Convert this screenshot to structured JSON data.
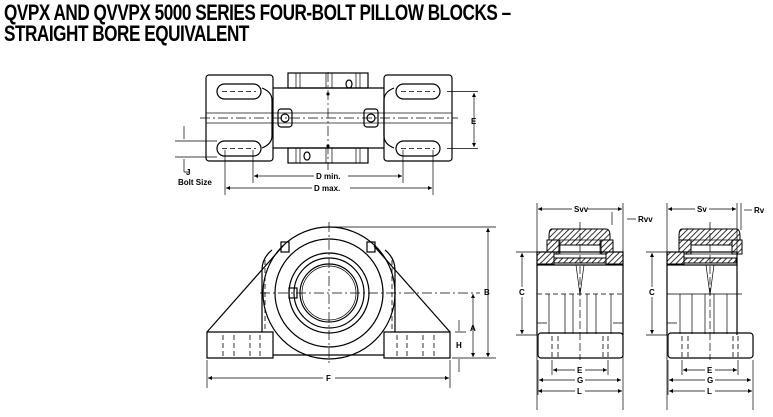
{
  "title": {
    "line1": "QVPX AND QVVPX 5000 SERIES FOUR-BOLT PILLOW BLOCKS –",
    "line2": "STRAIGHT BORE EQUIVALENT"
  },
  "top_view": {
    "labels": {
      "e": "E",
      "j": "J",
      "bolt_size": "Bolt Size",
      "d_min": "D min.",
      "d_max": "D max."
    }
  },
  "front_view": {
    "labels": {
      "b": "B",
      "a": "A",
      "h": "H",
      "f": "F"
    }
  },
  "side_view_qvvpx": {
    "labels": {
      "s": "Svv",
      "r": "Rvv",
      "c": "C",
      "e": "E",
      "g": "G",
      "l": "L"
    }
  },
  "side_view_qvpx": {
    "labels": {
      "s": "Sv",
      "r": "Rv",
      "c": "C",
      "e": "E",
      "g": "G",
      "l": "L"
    }
  }
}
